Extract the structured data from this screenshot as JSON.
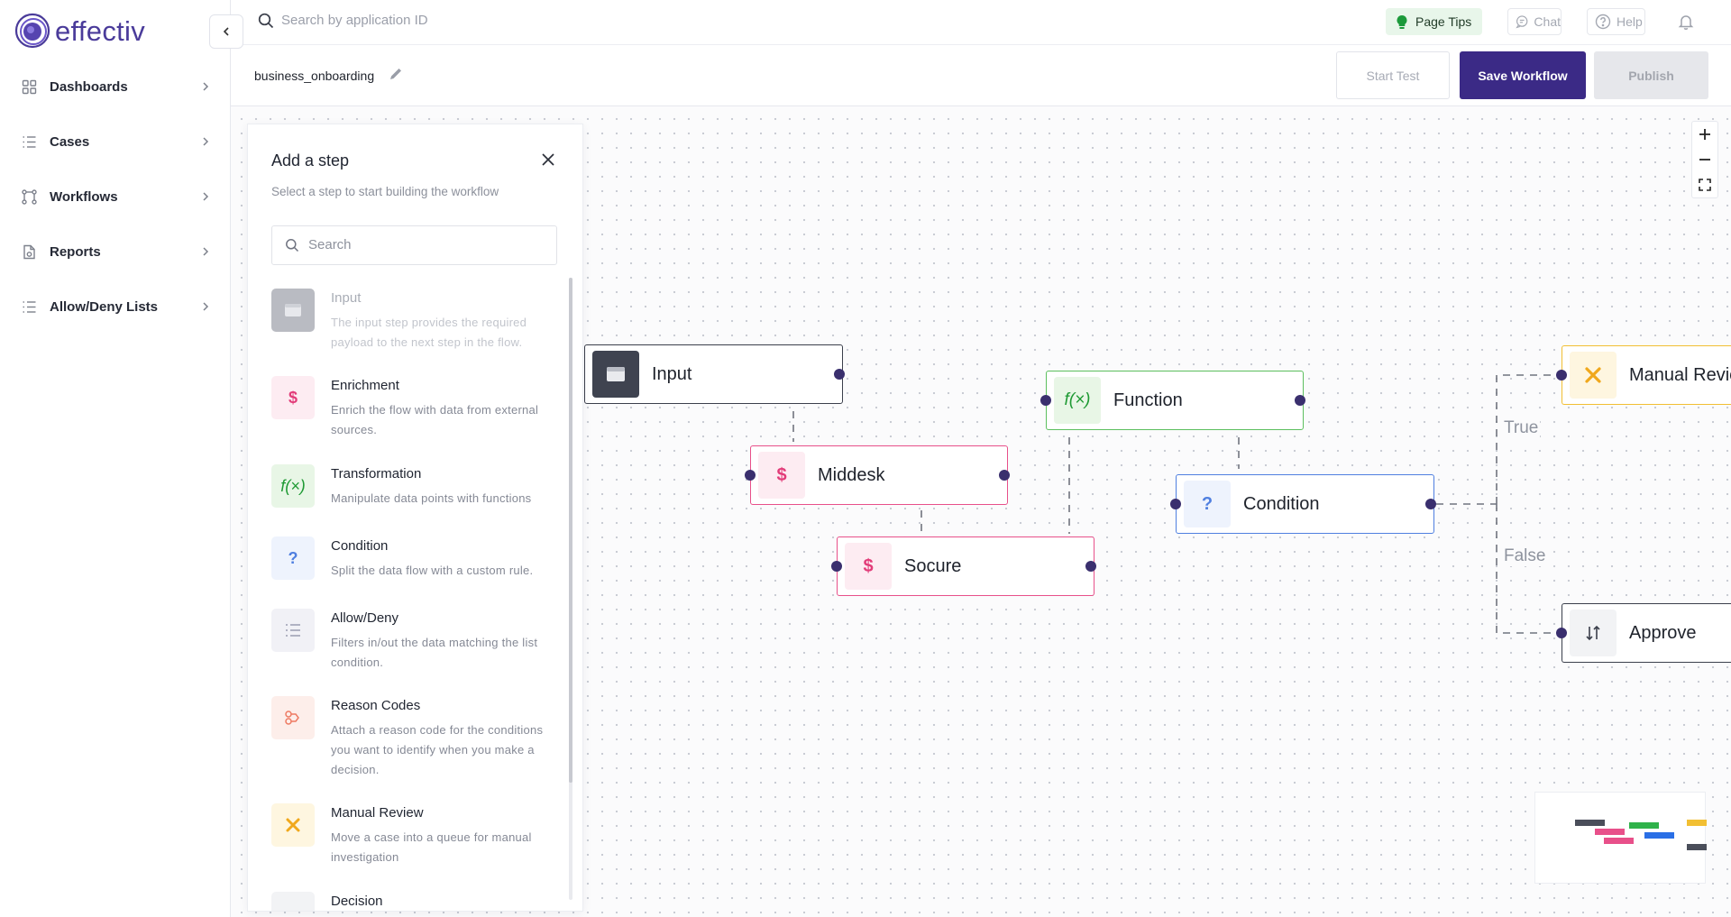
{
  "brand": {
    "name": "effectiv",
    "color": "#4a3b9a"
  },
  "sidebar": {
    "items": [
      {
        "label": "Dashboards",
        "icon": "dashboard-grid-icon"
      },
      {
        "label": "Cases",
        "icon": "list-icon"
      },
      {
        "label": "Workflows",
        "icon": "workflow-icon"
      },
      {
        "label": "Reports",
        "icon": "report-document-icon"
      },
      {
        "label": "Allow/Deny Lists",
        "icon": "list-icon"
      }
    ]
  },
  "topbar": {
    "search_placeholder": "Search by application ID",
    "page_tips": "Page Tips",
    "chat": "Chat",
    "help": "Help"
  },
  "header": {
    "workflow_name": "business_onboarding",
    "start_test": "Start Test",
    "save_workflow": "Save Workflow",
    "publish": "Publish",
    "primary_color": "#3b2a86"
  },
  "panel": {
    "title": "Add a step",
    "subtitle": "Select a step to start building the workflow",
    "search_placeholder": "Search",
    "steps": [
      {
        "name": "Input",
        "desc": "The input step provides the required payload to the next step in the flow.",
        "icon": "input-window-icon",
        "disabled": true
      },
      {
        "name": "Enrichment",
        "desc": "Enrich the flow with data from external sources.",
        "icon": "dollar-icon"
      },
      {
        "name": "Transformation",
        "desc": "Manipulate data points with functions",
        "icon": "function-icon"
      },
      {
        "name": "Condition",
        "desc": "Split the data flow with a custom rule.",
        "icon": "question-icon"
      },
      {
        "name": "Allow/Deny",
        "desc": "Filters in/out the data matching the list condition.",
        "icon": "list-icon"
      },
      {
        "name": "Reason Codes",
        "desc": "Attach a reason code for the conditions you want to identify when you make a decision.",
        "icon": "reason-code-icon"
      },
      {
        "name": "Manual Review",
        "desc": "Move a case into a queue for manual investigation",
        "icon": "tools-icon"
      },
      {
        "name": "Decision",
        "desc": "",
        "icon": "decision-icon"
      }
    ]
  },
  "canvas": {
    "nodes": {
      "input": "Input",
      "middesk": "Middesk",
      "socure": "Socure",
      "function": "Function",
      "condition": "Condition",
      "manual_review": "Manual Review",
      "approve": "Approve"
    },
    "edge_labels": {
      "true": "True",
      "false": "False"
    }
  },
  "icons": {
    "fx": "f(×)",
    "dollar": "$",
    "question": "?"
  }
}
